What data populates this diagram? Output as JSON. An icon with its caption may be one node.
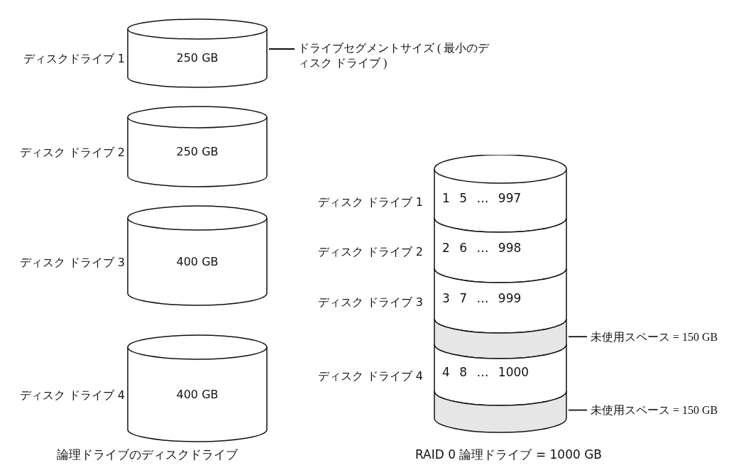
{
  "diagram": {
    "nodes": [
      {
        "text": [
          "250 GB"
        ],
        "beside": [
          "ディスクドライブ 1"
        ]
      },
      {
        "text": [
          "250 GB"
        ],
        "beside": [
          "ディスク ドライブ 2"
        ]
      },
      {
        "text": [
          "400 GB"
        ],
        "beside": [
          "ディスク ドライブ 3"
        ]
      },
      {
        "text": [
          "400 GB"
        ],
        "beside": [
          "ディスク ドライブ 4"
        ]
      },
      {
        "text": [
          "ドライブセグメントサイズ ( 最小のディスク ドライブ )"
        ]
      },
      {
        "text": [
          "1 5 … 997"
        ],
        "beside": [
          "ディスク ドライブ 1"
        ]
      },
      {
        "text": [
          "2 6 … 998"
        ],
        "beside": [
          "ディスク ドライブ 2"
        ]
      },
      {
        "text": [
          "3 7 … 999"
        ],
        "beside": [
          "ディスク ドライブ 3"
        ]
      },
      {
        "text": [],
        "shape": "band"
      },
      {
        "text": [
          "4 8 … 1000"
        ],
        "beside": [
          "ディスク ドライブ 4"
        ]
      },
      {
        "text": [],
        "shape": "band"
      },
      {
        "text": [
          "未使用スペース = 150 GB"
        ]
      },
      {
        "text": [
          "未使用スペース = 150 GB"
        ]
      }
    ],
    "edges": [
      {
        "from": 4,
        "to": 0,
        "arrow": "none"
      },
      {
        "from": 11,
        "to": 8,
        "arrow": "none"
      },
      {
        "from": 12,
        "to": 10,
        "arrow": "none"
      }
    ],
    "labels": [
      "論理ドライブのディスクドライブ",
      "RAID 0 論理ドライブ = 1000 GB"
    ]
  }
}
